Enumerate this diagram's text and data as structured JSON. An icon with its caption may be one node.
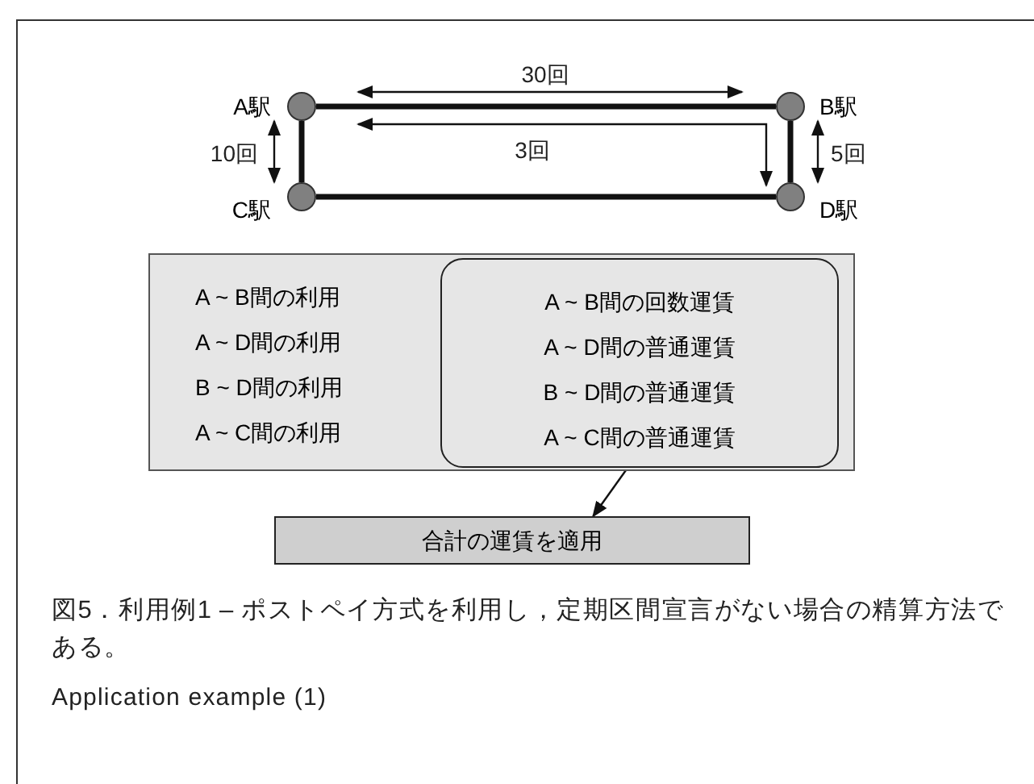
{
  "diagram": {
    "caption": "図5．利用例1 – ポストペイ方式を利用し，定期区間宣言がない場合の精算方法である。",
    "nodes": [
      {
        "text": [],
        "shape": "circle",
        "beside": [
          "A駅"
        ]
      },
      {
        "text": [],
        "shape": "circle",
        "beside": [
          "B駅"
        ]
      },
      {
        "text": [],
        "shape": "circle",
        "beside": [
          "C駅"
        ]
      },
      {
        "text": [],
        "shape": "circle",
        "beside": [
          "D駅"
        ]
      },
      {
        "text": [
          "A ~ B間の利用",
          "A ~ D間の利用",
          "B ~ D間の利用",
          "A ~ C間の利用"
        ]
      },
      {
        "text": [
          "A ~ B間の回数運賃",
          "A ~ D間の普通運賃",
          "B ~ D間の普通運賃",
          "A ~ C間の普通運賃"
        ],
        "in": 4
      },
      {
        "text": [
          "合計の運賃を適用"
        ]
      }
    ],
    "edges": [
      {
        "from": 0,
        "to": 1,
        "arrow": "none",
        "style": "thick"
      },
      {
        "from": 0,
        "to": 2,
        "arrow": "none",
        "style": "thick"
      },
      {
        "from": 1,
        "to": 3,
        "arrow": "none",
        "style": "thick"
      },
      {
        "from": 2,
        "to": 3,
        "arrow": "none",
        "style": "thick"
      },
      {
        "from": 5,
        "to": 6,
        "arrow": "to"
      },
      {
        "from": 0,
        "to": 1,
        "arrow": "both",
        "label": "30回"
      },
      {
        "from": 0,
        "to": 2,
        "arrow": "both",
        "label": "10回"
      },
      {
        "from": 0,
        "to": 3,
        "arrow": "both",
        "label": "3回"
      },
      {
        "from": 1,
        "to": 3,
        "arrow": "both",
        "label": "5回"
      }
    ],
    "labels": [
      "Application example (1)"
    ]
  }
}
